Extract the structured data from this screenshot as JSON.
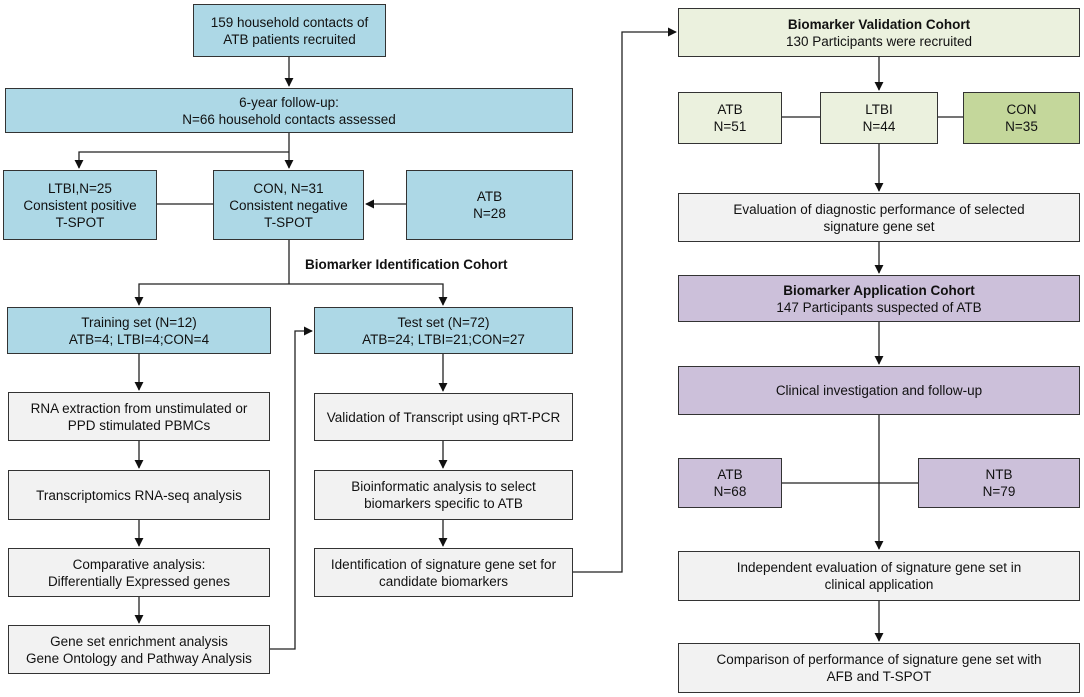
{
  "colors": {
    "blue": "#add8e6",
    "grey": "#f2f2f2",
    "green_light": "#ebf1de",
    "green_mid": "#c4d79b",
    "purple": "#ccc0da",
    "line": "#333333"
  },
  "identification": {
    "recruited": {
      "line1": "159 household contacts of",
      "line2": "ATB patients recruited"
    },
    "followup": {
      "line1": "6-year follow-up:",
      "line2": "N=66 household contacts assessed"
    },
    "ltbi": {
      "line1": "LTBI,N=25",
      "line2": "Consistent positive",
      "line3": "T-SPOT"
    },
    "con": {
      "line1": "CON, N=31",
      "line2": "Consistent negative",
      "line3": "T-SPOT"
    },
    "atb": {
      "line1": "ATB",
      "line2": "N=28"
    },
    "cohort_label": "Biomarker Identification Cohort",
    "training": {
      "line1": "Training set (N=12)",
      "line2": "ATB=4; LTBI=4;CON=4"
    },
    "test": {
      "line1": "Test set (N=72)",
      "line2": "ATB=24; LTBI=21;CON=27"
    },
    "rna": {
      "line1": "RNA extraction from unstimulated or",
      "line2": "PPD stimulated PBMCs"
    },
    "transcriptomics": {
      "line1": "Transcriptomics RNA-seq analysis"
    },
    "comparative": {
      "line1": "Comparative analysis:",
      "line2": "Differentially Expressed genes"
    },
    "gsea": {
      "line1": "Gene set enrichment  analysis",
      "line2": "Gene Ontology and Pathway Analysis"
    },
    "qrtpcr": {
      "line1": "Validation of Transcript using qRT-PCR"
    },
    "bioinformatic": {
      "line1": "Bioinformatic analysis to select",
      "line2": "biomarkers specific to ATB"
    },
    "signature": {
      "line1": "Identification of signature gene set for",
      "line2": "candidate biomarkers"
    }
  },
  "validation": {
    "header": {
      "title": "Biomarker Validation Cohort",
      "line2": "130  Participants were recruited"
    },
    "atb": {
      "line1": "ATB",
      "line2": "N=51"
    },
    "ltbi": {
      "line1": "LTBI",
      "line2": "N=44"
    },
    "con": {
      "line1": "CON",
      "line2": "N=35"
    },
    "evaluation": {
      "line1": "Evaluation of diagnostic performance  of selected",
      "line2": "signature gene set"
    }
  },
  "application": {
    "header": {
      "title": "Biomarker Application  Cohort",
      "line2": "147 Participants suspected of ATB"
    },
    "clinical": {
      "line1": "Clinical investigation and follow-up"
    },
    "atb": {
      "line1": "ATB",
      "line2": "N=68"
    },
    "ntb": {
      "line1": "NTB",
      "line2": "N=79"
    },
    "independent": {
      "line1": "Independent evaluation of signature gene set  in",
      "line2": "clinical application"
    },
    "comparison": {
      "line1": "Comparison of performance of signature gene set with",
      "line2": "AFB and T-SPOT"
    }
  }
}
